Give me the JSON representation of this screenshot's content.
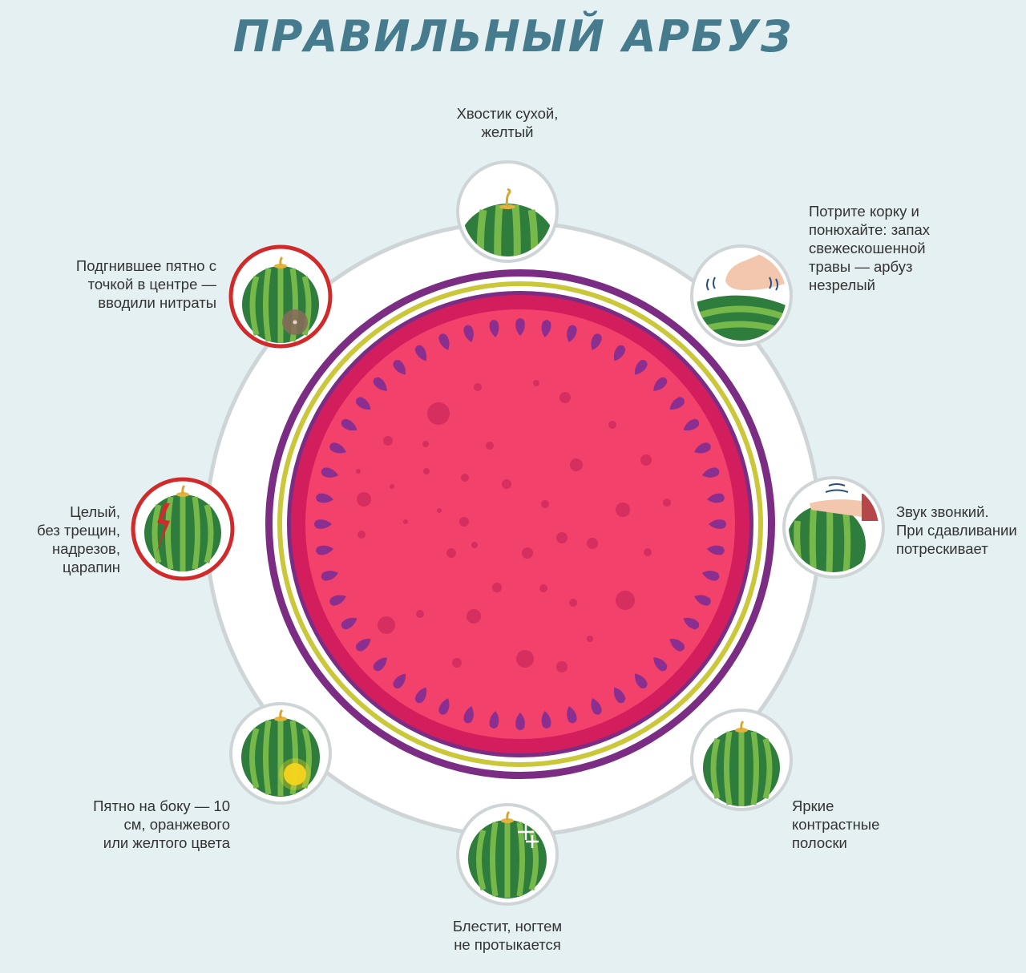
{
  "title": "ПРАВИЛЬНЫЙ АРБУЗ",
  "colors": {
    "background": "#e4f0f2",
    "title": "#457b8d",
    "ring": "#cfd5d7",
    "rind_purple": "#7b2d83",
    "rind_yellow": "#cbc73a",
    "flesh_outer": "#d31e5e",
    "flesh": "#f2416a",
    "seed": "#8a2f8f",
    "warning_border": "#d12a2a",
    "melon_dark": "#2f7d3c",
    "melon_light": "#76b84a"
  },
  "signs": [
    {
      "id": "tail",
      "icon": "dry-tail-icon",
      "warning": false,
      "text": "Хвостик сухой,\nжелтый"
    },
    {
      "id": "smell",
      "icon": "rub-rind-icon",
      "warning": false,
      "text": "Потрите корку и\nпонюхайте: запах\nсвежескошенной\nтравы — арбуз\nнезрелый"
    },
    {
      "id": "sound",
      "icon": "knock-icon",
      "warning": false,
      "text": "Звук звонкий.\nПри сдавливании\nпотрескивает"
    },
    {
      "id": "stripes",
      "icon": "stripes-icon",
      "warning": false,
      "text": "Яркие\nконтрастные\nполоски"
    },
    {
      "id": "shine",
      "icon": "shine-icon",
      "warning": false,
      "text": "Блестит, ногтем\nне протыкается"
    },
    {
      "id": "spot",
      "icon": "yellow-spot-icon",
      "warning": false,
      "text": "Пятно на боку — 10\nсм, оранжевого\nили желтого цвета"
    },
    {
      "id": "whole",
      "icon": "crack-icon",
      "warning": true,
      "text": "Целый,\nбез трещин,\nнадрезов,\nцарапин"
    },
    {
      "id": "rot",
      "icon": "rot-spot-icon",
      "warning": true,
      "text": "Подгнившее пятно с\nточкой в центре —\nвводили нитраты"
    }
  ]
}
